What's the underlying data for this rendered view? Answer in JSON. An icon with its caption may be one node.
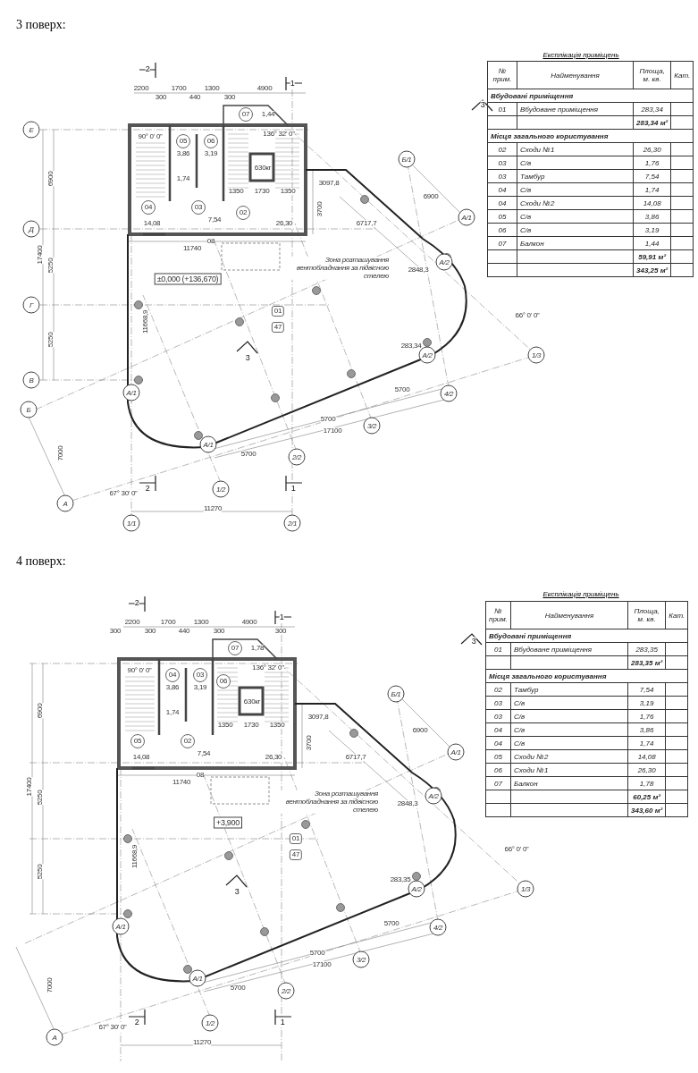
{
  "diagram": {
    "labels": [
      "3 поверх:",
      "Експлікація приміщень",
      "№ прим.",
      "Найменування",
      "Площа, м. кв.",
      "Кат.",
      "Вбудовані приміщення",
      "01",
      "Вбудоване приміщення",
      "283,34",
      "283,34 м²",
      "Місця загального користування",
      "02",
      "Сходи №1",
      "26,30",
      "03",
      "С/в",
      "1,76",
      "03",
      "Тамбур",
      "7,54",
      "04",
      "С/в",
      "1,74",
      "04",
      "Сходи №2",
      "14,08",
      "05",
      "С/в",
      "3,86",
      "06",
      "С/в",
      "3,19",
      "07",
      "Балкон",
      "1,44",
      "59,91 м²",
      "343,25 м²",
      "2",
      "1",
      "2200",
      "300",
      "1700",
      "440",
      "1300",
      "300",
      "4900",
      "Е",
      "Д",
      "Г",
      "В",
      "Б",
      "6900",
      "17400",
      "5250",
      "5250",
      "90° 0' 0''",
      "05",
      "06",
      "3,86",
      "3,19",
      "1,74",
      "04",
      "14,08",
      "03",
      "7,54",
      "02",
      "26,30",
      "07",
      "1,44",
      "136° 32' 0''",
      "630кг",
      "1350",
      "1730",
      "1350",
      "3700",
      "3097,8",
      "08",
      "11740",
      "Зона розташування вентобладнання за підвісною стелею",
      "±0,000 (+136,670)",
      "01",
      "47",
      "11668,9",
      "Б/1",
      "6900",
      "А/1",
      "6717,7",
      "2848,3",
      "А/2",
      "3",
      "66° 0' 0''",
      "1/3",
      "283,34",
      "3",
      "А/2",
      "4/2",
      "5700",
      "5700",
      "17100",
      "3/2",
      "2/2",
      "5700",
      "1/2",
      "А/1",
      "А/1",
      "А",
      "7000",
      "2",
      "1",
      "67° 30' 0''",
      "11270",
      "1/1",
      "2/1",
      "4 поверх:",
      "Експлікація приміщень",
      "№ прим.",
      "Найменування",
      "Площа, м. кв.",
      "Кат.",
      "Вбудовані приміщення",
      "01",
      "Вбудоване приміщення",
      "283,35",
      "283,35 м²",
      "Місця загального користування",
      "02",
      "Тамбур",
      "7,54",
      "03",
      "С/в",
      "3,19",
      "03",
      "С/в",
      "1,76",
      "04",
      "С/в",
      "3,86",
      "04",
      "С/в",
      "1,74",
      "05",
      "Сходи №2",
      "14,08",
      "06",
      "Сходи №1",
      "26,30",
      "07",
      "Балкон",
      "1,78",
      "60,25 м²",
      "343,60 м²",
      "2",
      "1",
      "300",
      "2200",
      "300",
      "1700",
      "440",
      "1300",
      "300",
      "4900",
      "300",
      "6900",
      "17400",
      "5250",
      "5250",
      "90° 0' 0''",
      "04",
      "03",
      "3,86",
      "3,19",
      "1,74",
      "05",
      "14,08",
      "02",
      "7,54",
      "06",
      "26,30",
      "07",
      "1,78",
      "136° 32' 0''",
      "630кг",
      "1350",
      "1730",
      "1350",
      "3700",
      "3097,8",
      "08",
      "11740",
      "Зона розташування вентобладнання за підвісною стелею",
      "+3,900",
      "01",
      "47",
      "11668,9",
      "Б/1",
      "6900",
      "А/1",
      "6717,7",
      "2848,3",
      "А/2",
      "3",
      "66° 0' 0''",
      "1/3",
      "283,35",
      "3",
      "А/2",
      "4/2",
      "5700",
      "5700",
      "17100",
      "3/2",
      "2/2",
      "5700",
      "1/2",
      "А/1",
      "А/1",
      "А",
      "7000",
      "2",
      "1",
      "67° 30' 0''",
      "11270"
    ]
  }
}
